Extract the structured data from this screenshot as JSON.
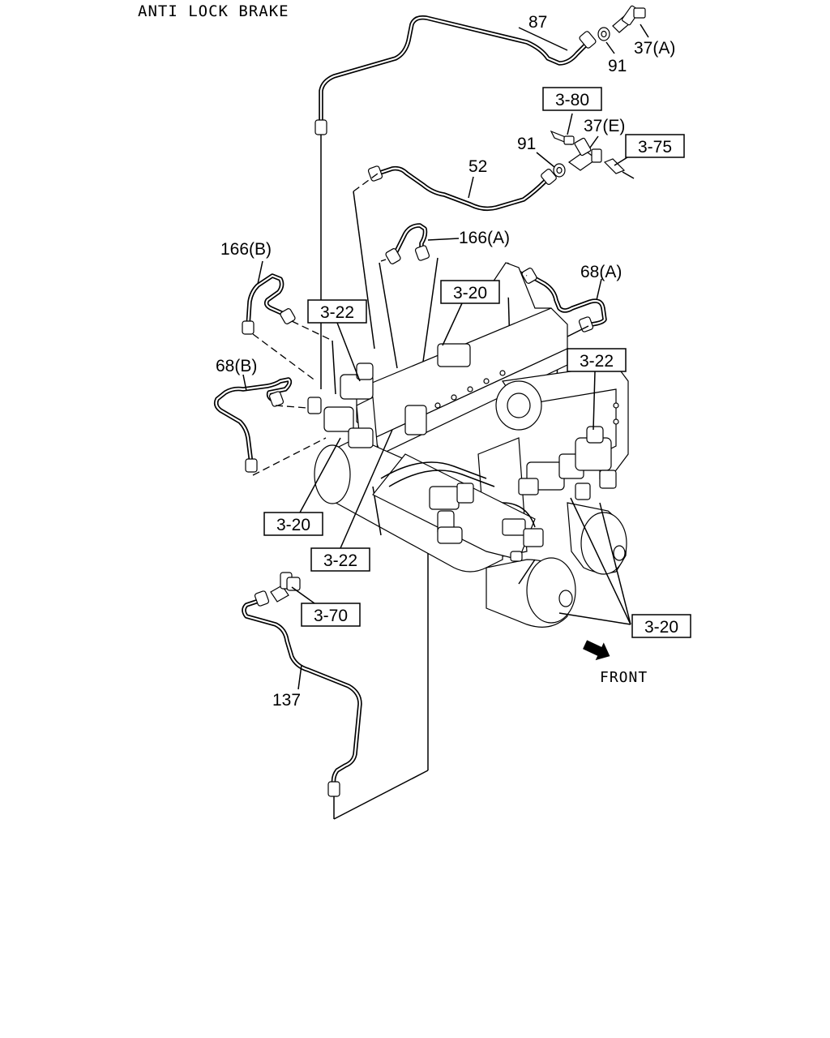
{
  "title": "ANTI LOCK BRAKE",
  "callouts": {
    "c87": "87",
    "c37a": "37(A)",
    "c91a": "91",
    "c91b": "91",
    "c37e": "37(E)",
    "c52": "52",
    "c166a": "166(A)",
    "c166b": "166(B)",
    "c68a": "68(A)",
    "c68b": "68(B)",
    "c137": "137"
  },
  "refs": {
    "r380": "3-80",
    "r375": "3-75",
    "r320_top": "3-20",
    "r322_left": "3-22",
    "r322_right": "3-22",
    "r320_left": "3-20",
    "r322_bottom": "3-22",
    "r370": "3-70",
    "r320_right": "3-20"
  },
  "front_label": "FRONT"
}
